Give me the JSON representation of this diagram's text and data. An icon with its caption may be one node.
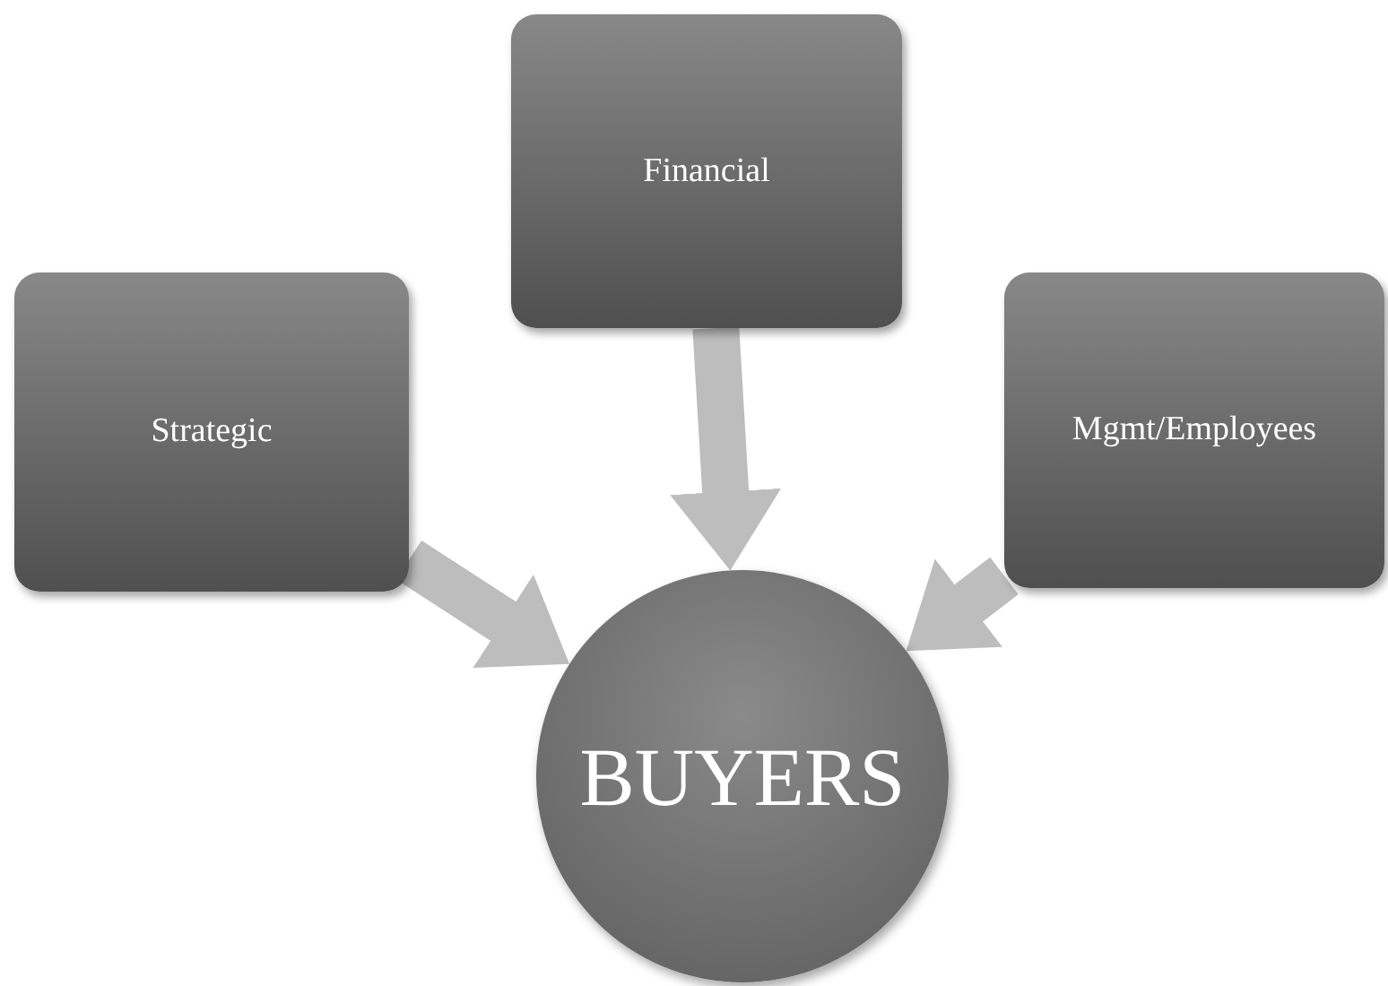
{
  "diagram": {
    "nodes": [
      {
        "text": [
          "Financial"
        ]
      },
      {
        "text": [
          "Strategic"
        ]
      },
      {
        "text": [
          "Mgmt/Employees"
        ]
      },
      {
        "text": [
          "BUYERS"
        ]
      }
    ],
    "edges": [
      {
        "from": 0,
        "to": 3,
        "arrow": "to"
      },
      {
        "from": 1,
        "to": 3,
        "arrow": "to"
      },
      {
        "from": 2,
        "to": 3,
        "arrow": "to"
      }
    ]
  }
}
